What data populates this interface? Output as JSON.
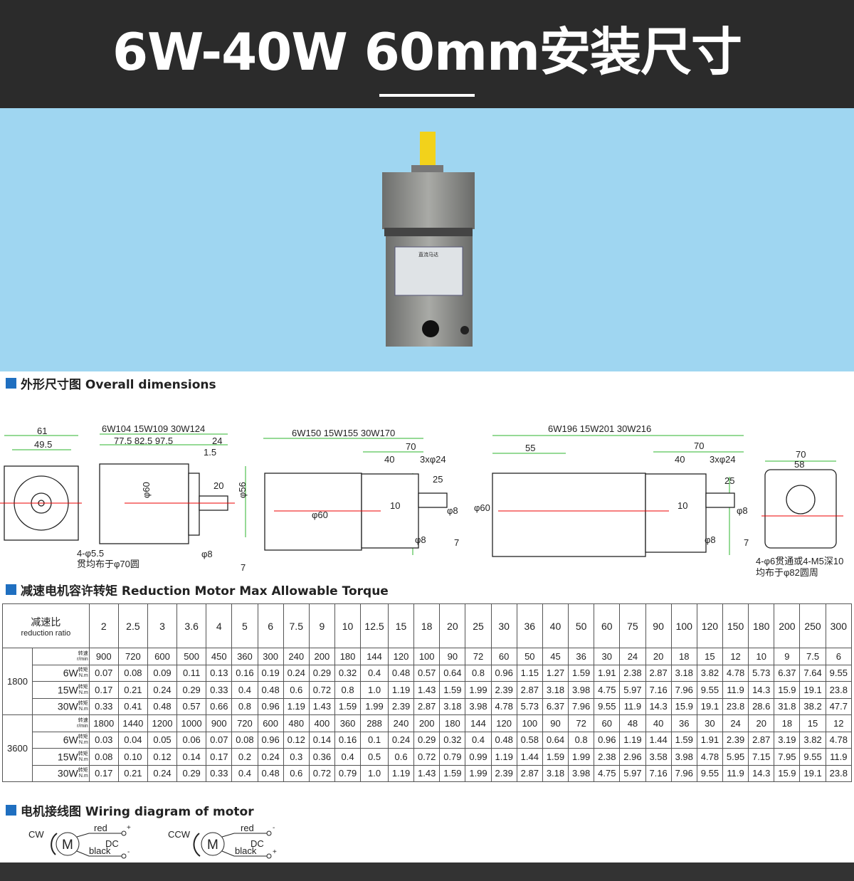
{
  "title": "6W-40W 60mm安装尺寸",
  "motor_label": {
    "name": "直流马达"
  },
  "sections": {
    "dimensions": "外形尺寸图 Overall dimensions",
    "torque": "减速电机容许转矩 Reduction Motor Max Allowable Torque",
    "wiring": "电机接线图 Wiring diagram of motor"
  },
  "drawing1": {
    "w61": "61",
    "w49": "49.5",
    "holes": "4-φ5.5",
    "holes2": "贯均布于φ70圆"
  },
  "drawing2": {
    "len": "6W104  15W109  30W124",
    "sub": "77.5  82.5  97.5",
    "d24": "24",
    "d15": "1.5",
    "d20": "20",
    "phi60": "φ60",
    "phi56": "φ56",
    "phi8": "φ8",
    "d7": "7"
  },
  "drawing3": {
    "len": "6W150  15W155  30W170",
    "d70": "70",
    "d40": "40",
    "d3x": "3xφ24",
    "d25": "25",
    "d10": "10",
    "phi60": "φ60",
    "phi8a": "φ8",
    "phi8b": "φ8",
    "d7": "7"
  },
  "drawing4": {
    "len": "6W196  15W201  30W216",
    "d55": "55",
    "d70": "70",
    "d40": "40",
    "d3x": "3xφ24",
    "d25": "25",
    "d10": "10",
    "phi60": "φ60",
    "phi8a": "φ8",
    "phi8b": "φ8",
    "d7": "7"
  },
  "drawing5": {
    "d70": "70",
    "d58": "58",
    "holes": "4-φ6贯通或4-M5深10",
    "holes2": "均布于φ82圆周"
  },
  "table": {
    "header_cn": "减速比",
    "header_en": "reduction ratio",
    "speed_label": "转速",
    "speed_unit": "r/min",
    "torque_label": "转矩",
    "torque_unit": "N.m",
    "ratios": [
      "2",
      "2.5",
      "3",
      "3.6",
      "4",
      "5",
      "6",
      "7.5",
      "9",
      "10",
      "12.5",
      "15",
      "18",
      "20",
      "25",
      "30",
      "36",
      "40",
      "50",
      "60",
      "75",
      "90",
      "100",
      "120",
      "150",
      "180",
      "200",
      "250",
      "300"
    ],
    "groups": [
      {
        "rpm": "1800",
        "speed": [
          "900",
          "720",
          "600",
          "500",
          "450",
          "360",
          "300",
          "240",
          "200",
          "180",
          "144",
          "120",
          "100",
          "90",
          "72",
          "60",
          "50",
          "45",
          "36",
          "30",
          "24",
          "20",
          "18",
          "15",
          "12",
          "10",
          "9",
          "7.5",
          "6"
        ],
        "rows": [
          {
            "power": "6W",
            "values": [
              "0.07",
              "0.08",
              "0.09",
              "0.11",
              "0.13",
              "0.16",
              "0.19",
              "0.24",
              "0.29",
              "0.32",
              "0.4",
              "0.48",
              "0.57",
              "0.64",
              "0.8",
              "0.96",
              "1.15",
              "1.27",
              "1.59",
              "1.91",
              "2.38",
              "2.87",
              "3.18",
              "3.82",
              "4.78",
              "5.73",
              "6.37",
              "7.64",
              "9.55"
            ]
          },
          {
            "power": "15W",
            "values": [
              "0.17",
              "0.21",
              "0.24",
              "0.29",
              "0.33",
              "0.4",
              "0.48",
              "0.6",
              "0.72",
              "0.8",
              "1.0",
              "1.19",
              "1.43",
              "1.59",
              "1.99",
              "2.39",
              "2.87",
              "3.18",
              "3.98",
              "4.75",
              "5.97",
              "7.16",
              "7.96",
              "9.55",
              "11.9",
              "14.3",
              "15.9",
              "19.1",
              "23.8"
            ]
          },
          {
            "power": "30W",
            "values": [
              "0.33",
              "0.41",
              "0.48",
              "0.57",
              "0.66",
              "0.8",
              "0.96",
              "1.19",
              "1.43",
              "1.59",
              "1.99",
              "2.39",
              "2.87",
              "3.18",
              "3.98",
              "4.78",
              "5.73",
              "6.37",
              "7.96",
              "9.55",
              "11.9",
              "14.3",
              "15.9",
              "19.1",
              "23.8",
              "28.6",
              "31.8",
              "38.2",
              "47.7"
            ]
          }
        ]
      },
      {
        "rpm": "3600",
        "speed": [
          "1800",
          "1440",
          "1200",
          "1000",
          "900",
          "720",
          "600",
          "480",
          "400",
          "360",
          "288",
          "240",
          "200",
          "180",
          "144",
          "120",
          "100",
          "90",
          "72",
          "60",
          "48",
          "40",
          "36",
          "30",
          "24",
          "20",
          "18",
          "15",
          "12"
        ],
        "rows": [
          {
            "power": "6W",
            "values": [
              "0.03",
              "0.04",
              "0.05",
              "0.06",
              "0.07",
              "0.08",
              "0.96",
              "0.12",
              "0.14",
              "0.16",
              "0.1",
              "0.24",
              "0.29",
              "0.32",
              "0.4",
              "0.48",
              "0.58",
              "0.64",
              "0.8",
              "0.96",
              "1.19",
              "1.44",
              "1.59",
              "1.91",
              "2.39",
              "2.87",
              "3.19",
              "3.82",
              "4.78"
            ]
          },
          {
            "power": "15W",
            "values": [
              "0.08",
              "0.10",
              "0.12",
              "0.14",
              "0.17",
              "0.2",
              "0.24",
              "0.3",
              "0.36",
              "0.4",
              "0.5",
              "0.6",
              "0.72",
              "0.79",
              "0.99",
              "1.19",
              "1.44",
              "1.59",
              "1.99",
              "2.38",
              "2.96",
              "3.58",
              "3.98",
              "4.78",
              "5.95",
              "7.15",
              "7.95",
              "9.55",
              "11.9"
            ]
          },
          {
            "power": "30W",
            "values": [
              "0.17",
              "0.21",
              "0.24",
              "0.29",
              "0.33",
              "0.4",
              "0.48",
              "0.6",
              "0.72",
              "0.79",
              "1.0",
              "1.19",
              "1.43",
              "1.59",
              "1.99",
              "2.39",
              "2.87",
              "3.18",
              "3.98",
              "4.75",
              "5.97",
              "7.16",
              "7.96",
              "9.55",
              "11.9",
              "14.3",
              "15.9",
              "19.1",
              "23.8"
            ]
          }
        ]
      }
    ]
  },
  "wiring": {
    "cw": {
      "dir": "CW",
      "motor": "M",
      "red": "red",
      "black": "black",
      "red_pol": "+",
      "black_pol": "-",
      "dc": "DC"
    },
    "ccw": {
      "dir": "CCW",
      "motor": "M",
      "red": "red",
      "black": "black",
      "red_pol": "-",
      "black_pol": "+",
      "dc": "DC"
    }
  }
}
